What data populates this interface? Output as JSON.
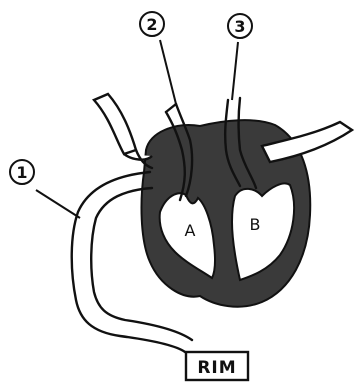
{
  "diagram": {
    "callouts": [
      {
        "id": "callout-1",
        "label": "1"
      },
      {
        "id": "callout-2",
        "label": "2"
      },
      {
        "id": "callout-3",
        "label": "3"
      }
    ],
    "chambers": [
      {
        "id": "chamber-a",
        "label": "A"
      },
      {
        "id": "chamber-b",
        "label": "B"
      }
    ],
    "box_label": "RIM",
    "colors": {
      "ink": "#111111",
      "tissue": "#3a3a3a",
      "paper": "#ffffff"
    }
  }
}
